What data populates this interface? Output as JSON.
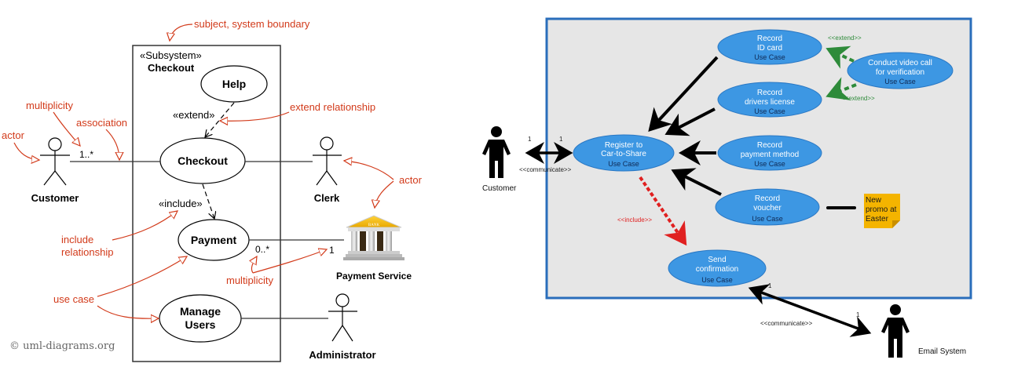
{
  "left_diagram": {
    "subsystem": {
      "stereotype": "«Subsystem»",
      "name": "Checkout"
    },
    "use_cases": [
      "Help",
      "Checkout",
      "Payment",
      "Manage Users"
    ],
    "manage_users_lines": [
      "Manage",
      "Users"
    ],
    "actors": {
      "customer": "Customer",
      "clerk": "Clerk",
      "payment_service": "Payment Service",
      "administrator": "Administrator"
    },
    "bank_label": "BANK",
    "relationships": {
      "extend": "«extend»",
      "include": "«include»"
    },
    "multiplicities": {
      "customer_checkout": "1..*",
      "payment_side": "0..*",
      "service_side": "1"
    },
    "annotations": {
      "subject": "subject, system boundary",
      "multiplicity_top": "multiplicity",
      "association": "association",
      "actor_left": "actor",
      "extend_relationship": "extend relationship",
      "actor_right": "actor",
      "include_line1": "include",
      "include_line2": "relationship",
      "multiplicity_bottom": "multiplicity",
      "use_case": "use case"
    },
    "copyright": "© uml-diagrams.org",
    "annotation_color": "#d23a1a"
  },
  "right_diagram": {
    "colors": {
      "boundary": "#2a6ebb",
      "background": "#e6e6e6",
      "use_case_fill": "#3d97e3",
      "extend": "#2e8b3a",
      "include": "#e02020",
      "note": "#f4b400"
    },
    "use_cases": {
      "register": [
        "Register to",
        "Car-to-Share"
      ],
      "record_id": [
        "Record",
        "ID card"
      ],
      "record_license": [
        "Record",
        "drivers license"
      ],
      "record_payment": [
        "Record",
        "payment method"
      ],
      "record_voucher": [
        "Record",
        "voucher"
      ],
      "video_call": [
        "Conduct video call",
        "for verification"
      ],
      "send_confirmation": [
        "Send",
        "confirmation"
      ]
    },
    "use_case_stereotype": "Use Case",
    "actors": {
      "customer": "Customer",
      "email_system": "Email System"
    },
    "labels": {
      "communicate": "<<communicate>>",
      "extend": "<<extend>>",
      "include": "<<include>>",
      "mult_one": "1"
    },
    "note_lines": [
      "New",
      "promo at",
      "Easter"
    ]
  }
}
